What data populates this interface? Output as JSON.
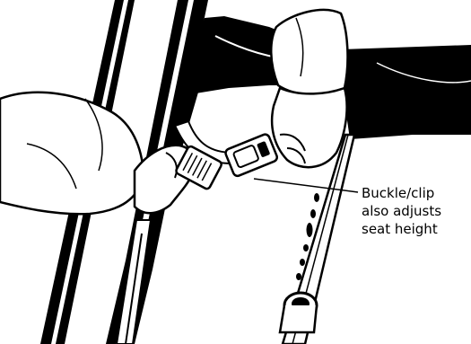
{
  "callout": {
    "lines": [
      "Buckle/clip",
      "also adjusts",
      "seat height"
    ]
  },
  "colors": {
    "ink": "#000000",
    "paper": "#ffffff"
  }
}
